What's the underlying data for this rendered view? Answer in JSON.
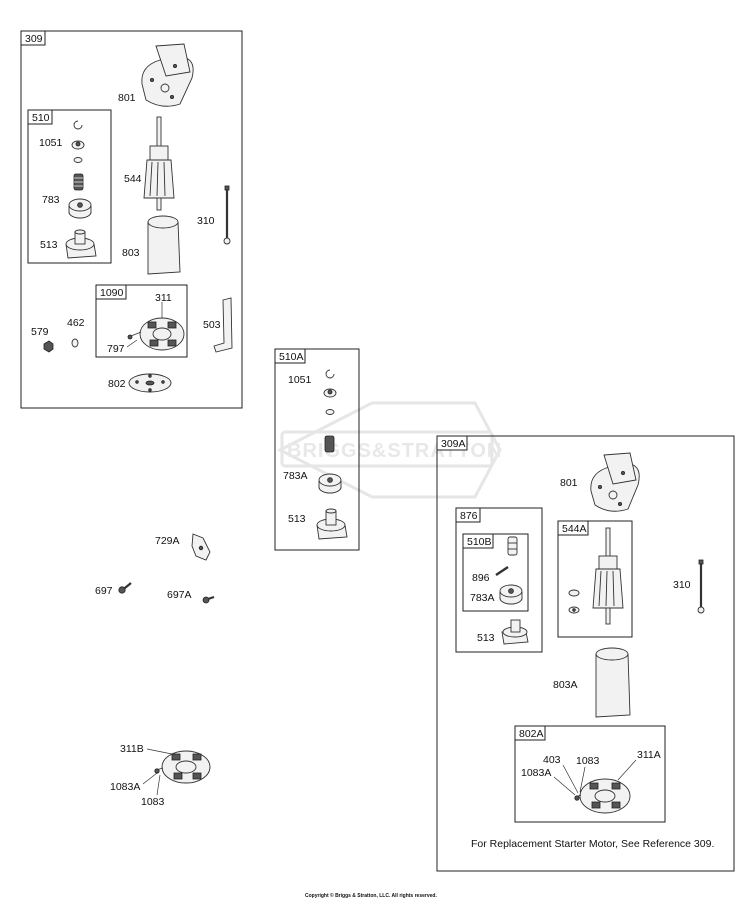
{
  "watermark": {
    "text": "BRIGGS&STRATTON"
  },
  "groups": {
    "g309": "309",
    "g510": "510",
    "g1090": "1090",
    "g510A": "510A",
    "g309A": "309A",
    "g876": "876",
    "g510B": "510B",
    "g544A": "544A",
    "g802A": "802A"
  },
  "labels": {
    "l801a": "801",
    "l1051a": "1051",
    "l544": "544",
    "l783": "783",
    "l310a": "310",
    "l513a": "513",
    "l803": "803",
    "l311": "311",
    "l579": "579",
    "l462": "462",
    "l797": "797",
    "l503": "503",
    "l802": "802",
    "l1051b": "1051",
    "l783Aa": "783A",
    "l513b": "513",
    "l729A": "729A",
    "l697": "697",
    "l697A": "697A",
    "l311B": "311B",
    "l1083Aa": "1083A",
    "l1083a": "1083",
    "l801b": "801",
    "l896": "896",
    "l783Ab": "783A",
    "l513c": "513",
    "l310b": "310",
    "l803A": "803A",
    "l403": "403",
    "l1083b": "1083",
    "l311A": "311A",
    "l1083Ab": "1083A"
  },
  "note": "For Replacement Starter Motor, See Reference 309.",
  "copyright": "Copyright © Briggs & Stratton, LLC. All rights reserved."
}
